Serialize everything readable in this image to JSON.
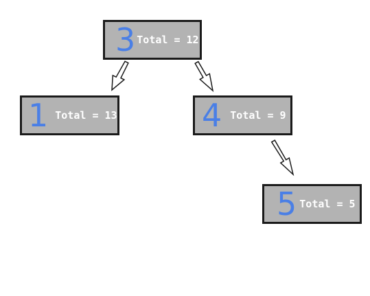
{
  "colors": {
    "node_fill": "#b3b3b3",
    "node_border": "#1a1a1a",
    "number_color": "#4a7fe6",
    "total_text_color": "#ffffff",
    "arrow_fill": "#ffffff",
    "arrow_stroke": "#1a1a1a"
  },
  "nodes": {
    "n3": {
      "number": "3",
      "total": "Total = 12"
    },
    "n1": {
      "number": "1",
      "total": "Total = 13"
    },
    "n4": {
      "number": "4",
      "total": "Total = 9"
    },
    "n5": {
      "number": "5",
      "total": "Total = 5"
    }
  },
  "edges": [
    {
      "from": "3",
      "to": "1"
    },
    {
      "from": "3",
      "to": "4"
    },
    {
      "from": "4",
      "to": "5"
    }
  ]
}
